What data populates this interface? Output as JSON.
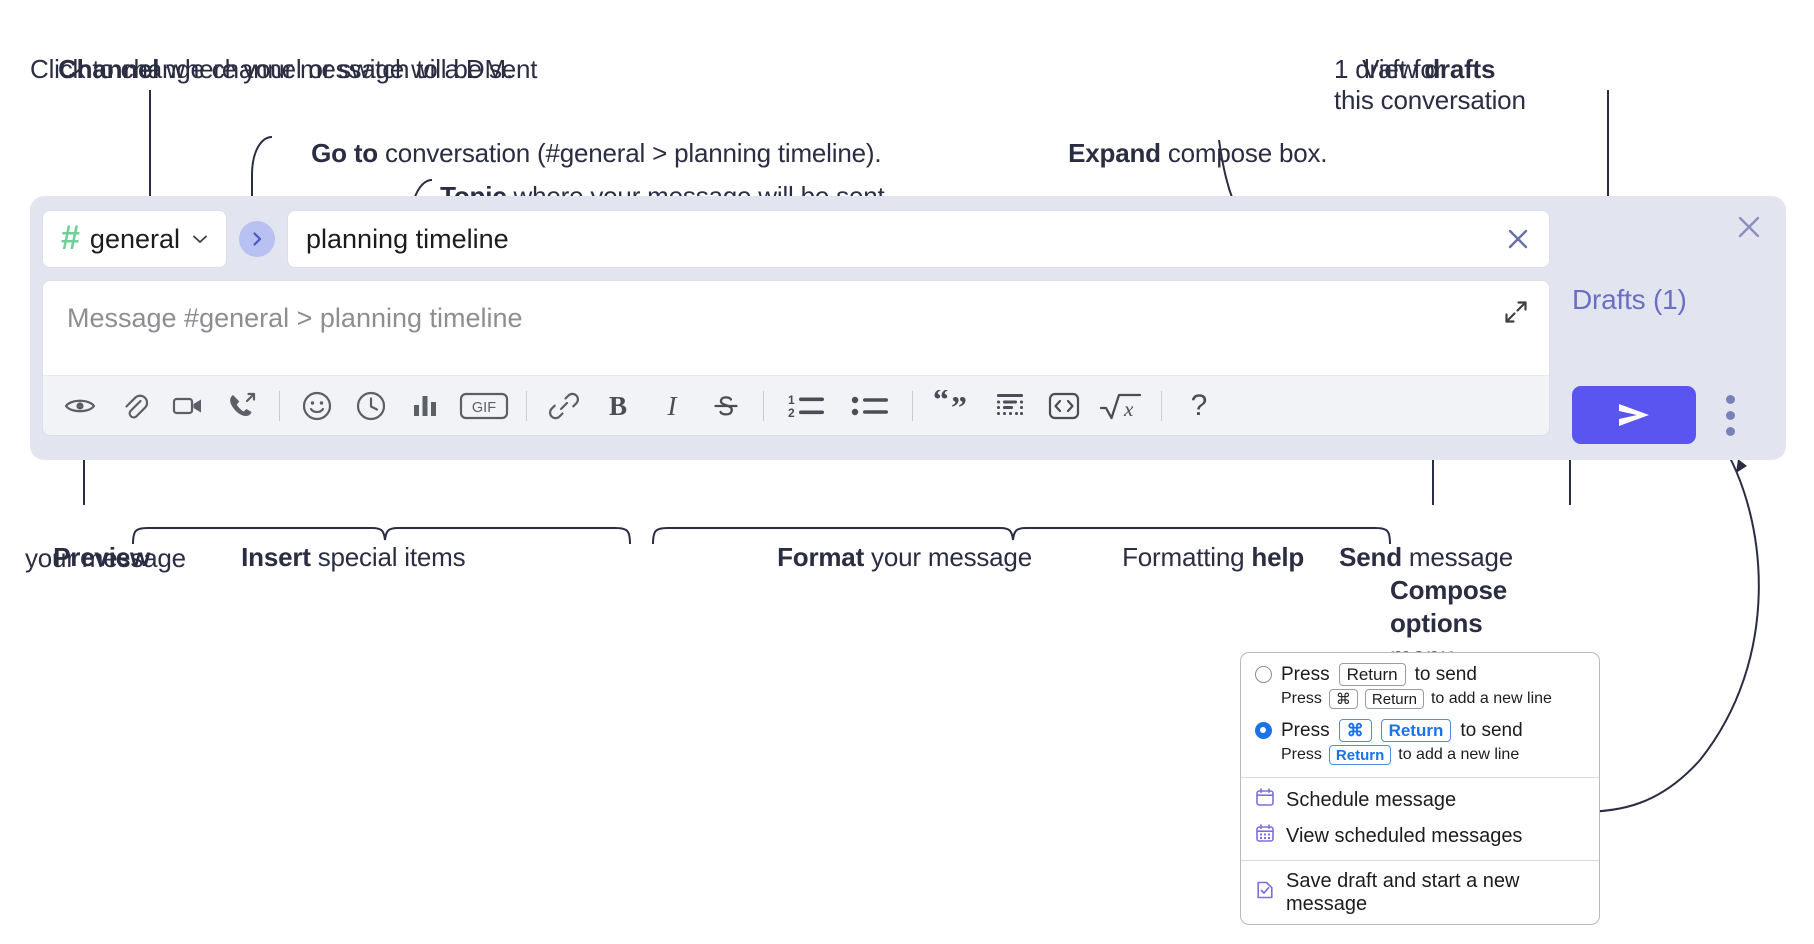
{
  "annotations": {
    "channel_title_bold": "Channel",
    "channel_title_rest": " where your message will be sent",
    "channel_sub": "Click to change channel or switch to a DM.",
    "goto_bold": "Go to",
    "goto_rest": " conversation (#general > planning timeline).",
    "topic_bold": "Topic",
    "topic_rest": " where your message will be sent",
    "expand_bold": "Expand",
    "expand_rest": " compose box.",
    "drafts_line1_a": "View ",
    "drafts_line1_b": "drafts",
    "drafts_line2": "1 draft for",
    "drafts_line3": "this conversation",
    "preview_bold": "Preview",
    "preview_rest": "your message",
    "insert_bold": "Insert",
    "insert_rest": " special items",
    "format_bold": "Format",
    "format_rest": " your message",
    "help_rest": "Formatting ",
    "help_bold": "help",
    "send_bold": "Send",
    "send_rest": " message",
    "compose_opt_line1": "Compose",
    "compose_opt_line2": "options",
    "compose_opt_line3": "menu"
  },
  "compose": {
    "channel": {
      "hash_glyph": "#",
      "name": "general",
      "chevron_icon": "chevron-down-icon"
    },
    "goto_icon": "chevron-right-icon",
    "topic": {
      "value": "planning timeline",
      "clear_icon": "close-icon"
    },
    "message": {
      "placeholder": "Message #general > planning timeline",
      "expand_icon": "expand-icon"
    },
    "toolbar": [
      {
        "name": "preview-icon",
        "label": "Preview"
      },
      {
        "name": "attachment-icon",
        "label": "Attach file"
      },
      {
        "name": "video-icon",
        "label": "Video clip"
      },
      {
        "name": "audio-call-icon",
        "label": "Audio clip"
      },
      {
        "name": "separator-1",
        "label": ""
      },
      {
        "name": "emoji-icon",
        "label": "Emoji"
      },
      {
        "name": "clock-icon",
        "label": "Reminder"
      },
      {
        "name": "poll-icon",
        "label": "Poll"
      },
      {
        "name": "gif-icon",
        "label": "GIF"
      },
      {
        "name": "separator-2",
        "label": ""
      },
      {
        "name": "link-icon",
        "label": "Link"
      },
      {
        "name": "bold-icon",
        "label": "B"
      },
      {
        "name": "italic-icon",
        "label": "I"
      },
      {
        "name": "strikethrough-icon",
        "label": "S"
      },
      {
        "name": "separator-3",
        "label": ""
      },
      {
        "name": "ordered-list-icon",
        "label": "Ordered list"
      },
      {
        "name": "bulleted-list-icon",
        "label": "Bulleted list"
      },
      {
        "name": "blockquote-icon",
        "label": "Blockquote"
      },
      {
        "name": "code-block-icon",
        "label": "Code block"
      },
      {
        "name": "code-icon",
        "label": "Code"
      },
      {
        "name": "math-icon",
        "label": "Math"
      },
      {
        "name": "separator-4",
        "label": ""
      },
      {
        "name": "help-icon",
        "label": "?"
      }
    ],
    "right": {
      "close_icon": "close-icon",
      "drafts_label": "Drafts (1)",
      "send_icon": "send-icon",
      "kebab_icon": "kebab-menu-icon"
    }
  },
  "menu": {
    "option1": {
      "press": "Press",
      "key": "Return",
      "tail": "to send",
      "sub_press": "Press",
      "sub_key1": "⌘",
      "sub_key2": "Return",
      "sub_tail": "to add a new line",
      "selected": false
    },
    "option2": {
      "press": "Press",
      "key1": "⌘",
      "key2": "Return",
      "tail": "to send",
      "sub_press": "Press",
      "sub_key": "Return",
      "sub_tail": "to add a new line",
      "selected": true
    },
    "items": [
      {
        "icon": "calendar-schedule-icon",
        "label": "Schedule message"
      },
      {
        "icon": "calendar-view-icon",
        "label": "View scheduled messages"
      },
      {
        "icon": "save-draft-icon",
        "label": "Save draft and start a new message"
      }
    ]
  },
  "colors": {
    "compose_bg": "#e2e4f0",
    "send_purple": "#5a55f0",
    "drafts_purple": "#6b6fc4",
    "hash_green": "#6fcf97",
    "goto_circle": "#b9c0f2",
    "anno_text": "#2b2d42"
  }
}
